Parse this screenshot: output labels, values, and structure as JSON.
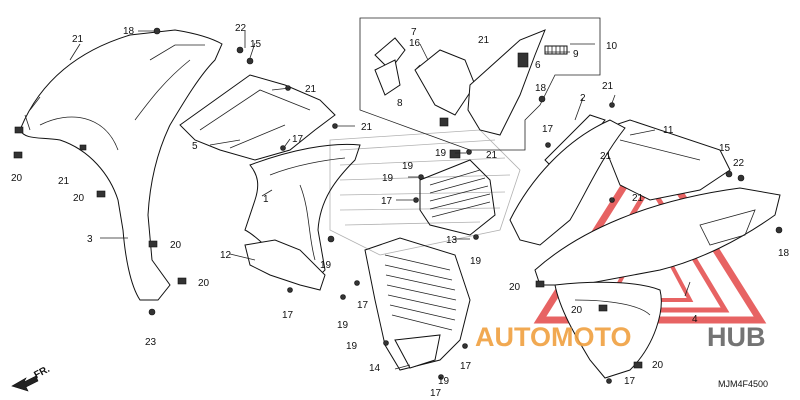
{
  "diagram": {
    "ref_code": "MJM4F4500",
    "direction_label": "FR.",
    "watermark": {
      "part1": "AUTOMOTO",
      "part2": "HUB"
    },
    "callouts": [
      {
        "id": "c1",
        "label": "1"
      },
      {
        "id": "c2",
        "label": "2"
      },
      {
        "id": "c3",
        "label": "3"
      },
      {
        "id": "c4",
        "label": "4"
      },
      {
        "id": "c5",
        "label": "5"
      },
      {
        "id": "c6",
        "label": "6"
      },
      {
        "id": "c7",
        "label": "7"
      },
      {
        "id": "c8",
        "label": "8"
      },
      {
        "id": "c9",
        "label": "9"
      },
      {
        "id": "c10",
        "label": "10"
      },
      {
        "id": "c11",
        "label": "11"
      },
      {
        "id": "c12",
        "label": "12"
      },
      {
        "id": "c13",
        "label": "13"
      },
      {
        "id": "c14",
        "label": "14"
      },
      {
        "id": "c15a",
        "label": "15"
      },
      {
        "id": "c15b",
        "label": "15"
      },
      {
        "id": "c16",
        "label": "16"
      },
      {
        "id": "c17a",
        "label": "17"
      },
      {
        "id": "c17b",
        "label": "17"
      },
      {
        "id": "c17c",
        "label": "17"
      },
      {
        "id": "c17d",
        "label": "17"
      },
      {
        "id": "c17e",
        "label": "17"
      },
      {
        "id": "c17f",
        "label": "17"
      },
      {
        "id": "c17g",
        "label": "17"
      },
      {
        "id": "c17h",
        "label": "17"
      },
      {
        "id": "c18a",
        "label": "18"
      },
      {
        "id": "c18b",
        "label": "18"
      },
      {
        "id": "c18c",
        "label": "18"
      },
      {
        "id": "c19a",
        "label": "19"
      },
      {
        "id": "c19b",
        "label": "19"
      },
      {
        "id": "c19c",
        "label": "19"
      },
      {
        "id": "c19d",
        "label": "19"
      },
      {
        "id": "c19e",
        "label": "19"
      },
      {
        "id": "c19f",
        "label": "19"
      },
      {
        "id": "c19g",
        "label": "19"
      },
      {
        "id": "c19h",
        "label": "19"
      },
      {
        "id": "c20a",
        "label": "20"
      },
      {
        "id": "c20b",
        "label": "20"
      },
      {
        "id": "c20c",
        "label": "20"
      },
      {
        "id": "c20d",
        "label": "20"
      },
      {
        "id": "c20e",
        "label": "20"
      },
      {
        "id": "c20f",
        "label": "20"
      },
      {
        "id": "c20g",
        "label": "20"
      },
      {
        "id": "c21a",
        "label": "21"
      },
      {
        "id": "c21b",
        "label": "21"
      },
      {
        "id": "c21c",
        "label": "21"
      },
      {
        "id": "c21d",
        "label": "21"
      },
      {
        "id": "c21e",
        "label": "21"
      },
      {
        "id": "c21f",
        "label": "21"
      },
      {
        "id": "c21g",
        "label": "21"
      },
      {
        "id": "c21h",
        "label": "21"
      },
      {
        "id": "c21i",
        "label": "21"
      },
      {
        "id": "c22a",
        "label": "22"
      },
      {
        "id": "c22b",
        "label": "22"
      },
      {
        "id": "c23",
        "label": "23"
      }
    ],
    "colors": {
      "watermark_orange": "#f0a040",
      "watermark_red": "#e03030",
      "line": "#222222"
    }
  }
}
